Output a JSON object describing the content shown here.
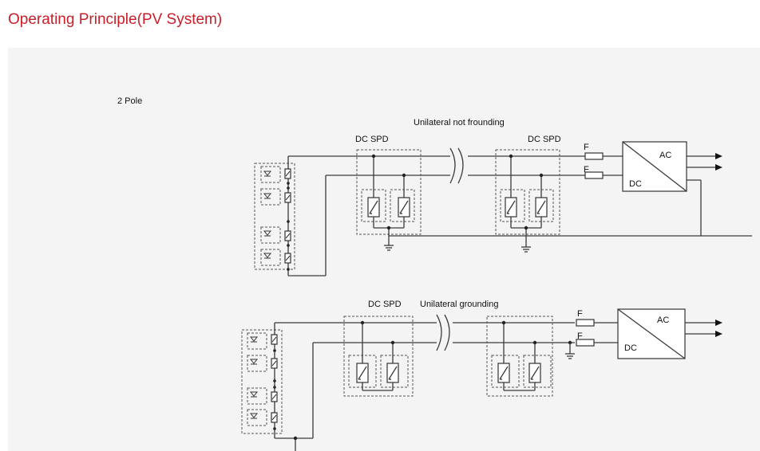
{
  "page": {
    "title": "Operating Principle(PV System)"
  },
  "diagram": {
    "section_label": "2 Pole",
    "top": {
      "caption": "Unilateral not frounding",
      "spd_left_label": "DC SPD",
      "spd_right_label": "DC SPD",
      "fuse_label_1": "F",
      "fuse_label_2": "F",
      "inverter_ac": "AC",
      "inverter_dc": "DC"
    },
    "bottom": {
      "spd_label": "DC SPD",
      "caption": "Unilateral grounding",
      "fuse_label_1": "F",
      "fuse_label_2": "F",
      "inverter_ac": "AC",
      "inverter_dc": "DC"
    }
  },
  "colors": {
    "title": "#c8202a",
    "panel": "#f4f4f4",
    "line": "#3a3a3a"
  }
}
